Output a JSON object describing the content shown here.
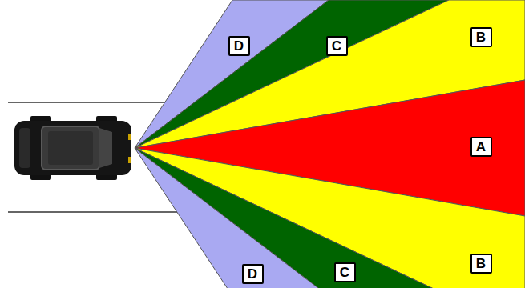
{
  "diagram": {
    "nodes": [
      {
        "text": [
          "D"
        ]
      },
      {
        "text": [
          "C"
        ]
      },
      {
        "text": [
          "B"
        ]
      },
      {
        "text": [
          "A"
        ]
      },
      {
        "text": [
          "D"
        ]
      },
      {
        "text": [
          "C"
        ]
      },
      {
        "text": [
          "B"
        ]
      }
    ]
  }
}
